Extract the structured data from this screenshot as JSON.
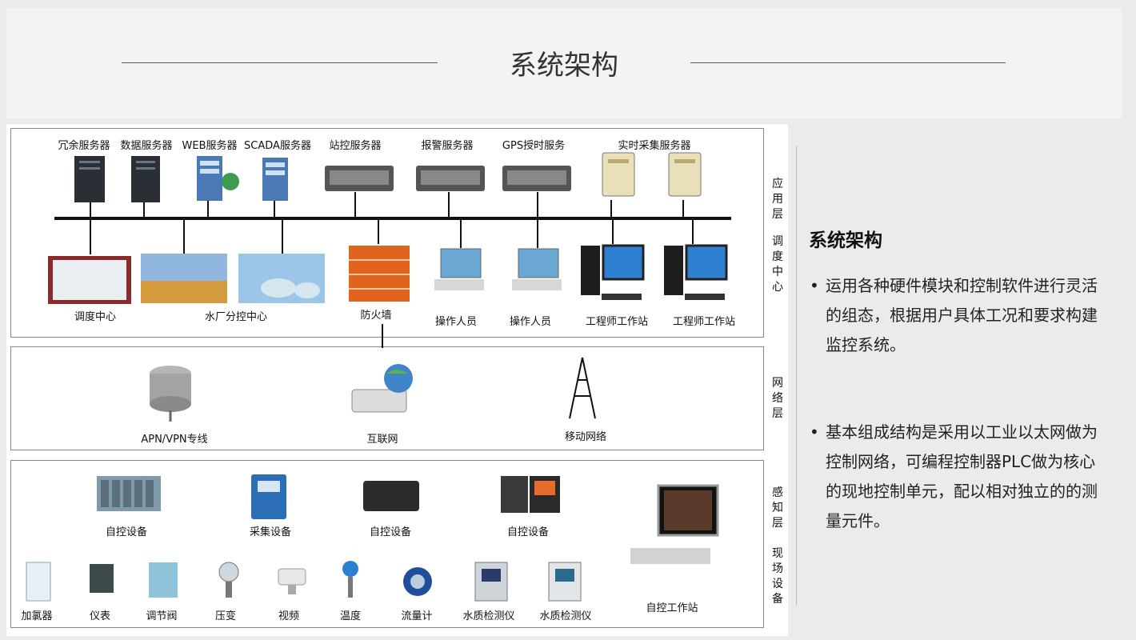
{
  "header": {
    "title": "系统架构"
  },
  "diagram": {
    "layers": [
      {
        "vertical_label": "应用层",
        "vertical_label_2": "调度中心"
      },
      {
        "vertical_label": "网络层"
      },
      {
        "vertical_label": "感知层",
        "vertical_label_2": "现场设备"
      }
    ],
    "servers": [
      "冗余服务器",
      "数据服务器",
      "WEB服务器",
      "SCADA服务器",
      "站控服务器",
      "报警服务器",
      "GPS授时服务",
      "实时采集服务器"
    ],
    "app_nodes": [
      "调度中心",
      "水厂分控中心",
      "防火墙",
      "操作人员",
      "操作人员",
      "工程师工作站",
      "工程师工作站"
    ],
    "network_nodes": [
      "APN/VPN专线",
      "互联网",
      "移动网络"
    ],
    "field_devices_top": [
      "自控设备",
      "采集设备",
      "自控设备",
      "自控设备"
    ],
    "field_devices_bottom": [
      "加氯器",
      "仪表",
      "调节阀",
      "压变",
      "视频",
      "温度",
      "流量计",
      "水质检测仪",
      "水质检测仪"
    ],
    "field_workstation": "自控工作站"
  },
  "side": {
    "title": "系统架构",
    "bullets": [
      "运用各种硬件模块和控制软件进行灵活的组态，根据用户具体工况和要求构建监控系统。",
      "基本组成结构是采用以工业以太网做为控制网络，可编程控制器PLC做为核心的现地控制单元，配以相对独立的的测量元件。"
    ]
  }
}
